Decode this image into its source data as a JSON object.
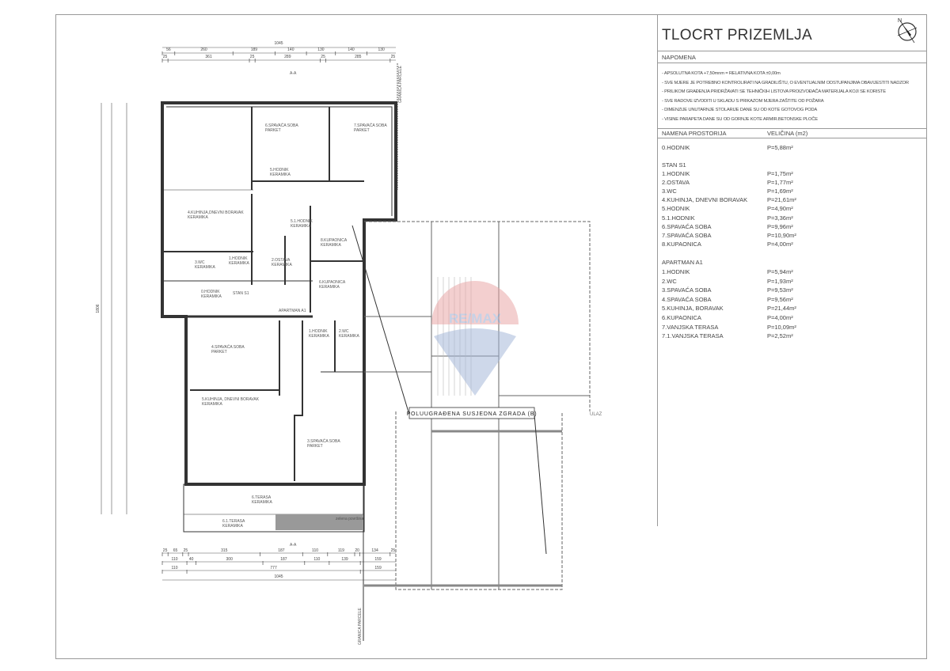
{
  "legend": {
    "title": "TLOCRT PRIZEMLJA",
    "notes_header": "NAPOMENA",
    "notes": [
      "- APSOLUTNA KOTA +7,50mnm = RELATIVNA KOTA ±0,00m",
      "- SVE MJERE JE POTREBNO KONTROLIRATI NA GRADILIŠTU, O EVENTUALNIM ODSTUPANJIMA OBAVIJESTITI NADZOR",
      "- PRILIKOM GRAĐENJA PRIDRŽAVATI SE TEHNIČKIH LISTOVA PROIZVOĐAČA MATERIJALA KOJI SE KORISTE",
      "- SVE RADOVE IZVODITI U SKLADU S PRIKAZOM MJERA ZAŠTITE OD POŽARA",
      "- DIMENZIJE UNUTARNJE STOLARIJE DANE SU OD KOTE GOTOVOG PODA",
      "- VISINE PARAPETA DANE SU OD GORNJE KOTE ARMIR.BETONSKE PLOČE"
    ],
    "col_room": "NAMENA PROSTORIJA",
    "col_size": "VELIČINA (m2)",
    "common": [
      {
        "name": "0.HODNIK",
        "area": "P=5,88m²"
      }
    ],
    "stan_title": "STAN S1",
    "stan": [
      {
        "name": "1.HODNIK",
        "area": "P=1,75m²"
      },
      {
        "name": "2.OSTAVA",
        "area": "P=1,77m²"
      },
      {
        "name": "3.WC",
        "area": "P=1,69m²"
      },
      {
        "name": "4.KUHINJA, DNEVNI BORAVAK",
        "area": "P=21,61m²"
      },
      {
        "name": "5.HODNIK",
        "area": "P=4,90m²"
      },
      {
        "name": "5.1.HODNIK",
        "area": "P=3,36m²"
      },
      {
        "name": "6.SPAVAĆA SOBA",
        "area": "P=9,96m²"
      },
      {
        "name": "7.SPAVAĆA SOBA",
        "area": "P=10,90m²"
      },
      {
        "name": "8.KUPAONICA",
        "area": "P=4,00m²"
      }
    ],
    "apt_title": "APARTMAN A1",
    "apt": [
      {
        "name": "1.HODNIK",
        "area": "P=5,94m²"
      },
      {
        "name": "2.WC",
        "area": "P=1,93m²"
      },
      {
        "name": "3.SPAVAĆA SOBA",
        "area": "P=9,53m²"
      },
      {
        "name": "4.SPAVAĆA SOBA",
        "area": "P=9,56m²"
      },
      {
        "name": "5.KUHINJA, BORAVAK",
        "area": "P=21,44m²"
      },
      {
        "name": "6.KUPAONICA",
        "area": "P=4,00m²"
      },
      {
        "name": "7.VANJSKA TERASA",
        "area": "P=10,09m²"
      },
      {
        "name": "7.1.VANJSKA TERASA",
        "area": "P=2,52m²"
      }
    ]
  },
  "compass_label": "N",
  "plan": {
    "rooms": [
      [
        "6.SPAVAĆA SOBA",
        "PARKET"
      ],
      [
        "7.SPAVAĆA SOBA",
        "PARKET"
      ],
      [
        "5.HODNIK",
        "KERAMIKA"
      ],
      [
        "4.KUHINJA,DNEVNI BORAVAK",
        "KERAMIKA"
      ],
      [
        "5.1.HODNIK",
        "KERAMIKA"
      ],
      [
        "8.KUPAONICA",
        "KERAMIKA"
      ],
      [
        "3.WC",
        "KERAMIKA"
      ],
      [
        "1.HODNIK",
        "KERAMIKA"
      ],
      [
        "0.HODNIK",
        "KERAMIKA"
      ],
      [
        "6.KUPAONICA",
        "KERAMIKA"
      ],
      [
        "1.HODNIK",
        "KERAMIKA"
      ],
      [
        "2.WC",
        "KERAMIKA"
      ],
      [
        "4.SPAVAĆA SOBA",
        "PARKET"
      ],
      [
        "5.KUHINJA, DNEVNI BORAVAK",
        "KERAMIKA"
      ],
      [
        "3.SPAVAĆA SOBA",
        "PARKET"
      ],
      [
        "6.TERASA",
        "KERAMIKA"
      ],
      [
        "6.1.TERASA",
        "KERAMIKA"
      ],
      [
        "2.OSTAVA",
        "KERAMIKA"
      ]
    ],
    "stan_label": "STAN S1",
    "apt_label": "APARTMAN A1",
    "green_area": "zelena površina",
    "neighbor_building": "POLUUGRAĐENA SUSJEDNA ZGRADA (B)",
    "entrance": "ULAZ",
    "boundary": "GRANICA PARCELE",
    "section": "A-A",
    "total_height": "1806",
    "dims_top": {
      "total": "1045",
      "row2": [
        "56",
        "260",
        "189",
        "140",
        "130",
        "140",
        "130"
      ],
      "row3": [
        "25",
        "361",
        "25",
        "289",
        "25",
        "285",
        "25"
      ]
    },
    "dims_bottom": {
      "row1": [
        "25",
        "65",
        "25",
        "315",
        "187",
        "110",
        "119",
        "20",
        "134",
        "25"
      ],
      "row2": [
        "110",
        "40",
        "300",
        "187",
        "110",
        "139",
        "159"
      ],
      "row3": [
        "110",
        "777",
        "159"
      ],
      "total": "1045"
    },
    "watermark": "RE/MAX"
  },
  "colors": {
    "wall": "#333333",
    "line": "#888888",
    "logo_red": "#e8a0a0",
    "logo_blue": "#9fb3d6"
  }
}
